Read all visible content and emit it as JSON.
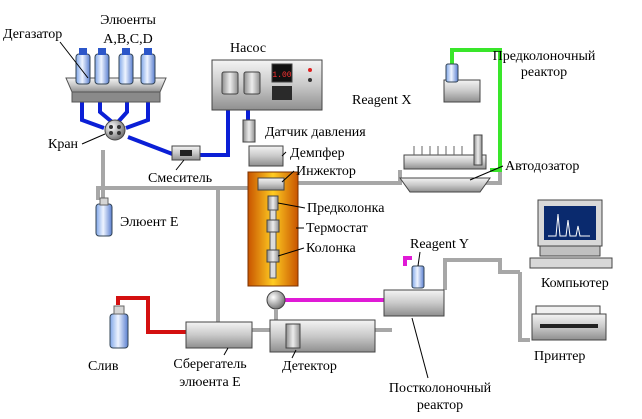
{
  "labels": {
    "degasser": "Дегазатор",
    "eluents_l1": "Элюенты",
    "eluents_l2": "A,B,C,D",
    "pump": "Насос",
    "valve": "Кран",
    "mixer": "Смеситель",
    "eluent_e": "Элюент E",
    "pressure_sensor": "Датчик давления",
    "damper": "Демпфер",
    "injector": "Инжектор",
    "precolumn": "Предколонка",
    "thermostat": "Термостат",
    "column": "Колонка",
    "precolumn_reactor_l1": "Предколоночный",
    "precolumn_reactor_l2": "реактор",
    "reagent_x": "Reagent X",
    "autosampler": "Автодозатор",
    "reagent_y": "Reagent Y",
    "computer": "Компьютер",
    "printer": "Принтер",
    "drain": "Слив",
    "saver_l1": "Сберегатель",
    "saver_l2": "элюента E",
    "detector": "Детектор",
    "postcolumn_reactor_l1": "Постколоночный",
    "postcolumn_reactor_l2": "реактор"
  },
  "pump_display": "1.00",
  "colors": {
    "eluent_line": "#0b1fd6",
    "precolumn_line": "#39e62a",
    "postcolumn_line": "#e01ad6",
    "drain_line": "#d41010",
    "gray_line": "#a7a7a7",
    "thermostat_orange": "#f08a12"
  }
}
